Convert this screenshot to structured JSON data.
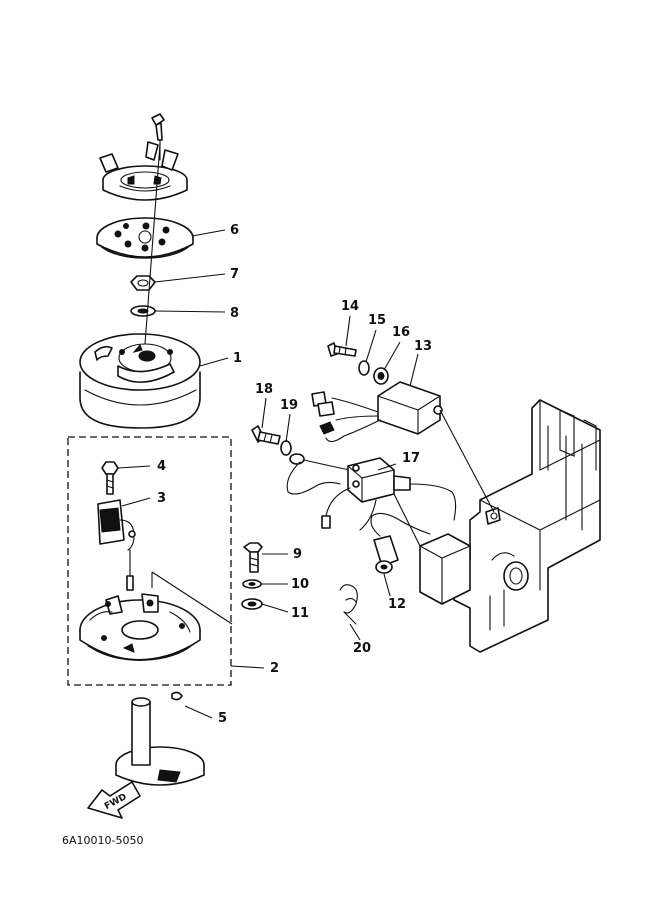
{
  "diagram": {
    "callouts": {
      "p1": "1",
      "p2": "2",
      "p3": "3",
      "p4": "4",
      "p5": "5",
      "p6": "6",
      "p7": "7",
      "p8": "8",
      "p9": "9",
      "p10": "10",
      "p11": "11",
      "p12": "12",
      "p13": "13",
      "p14": "14",
      "p15": "15",
      "p16": "16",
      "p17": "17",
      "p18": "18",
      "p19": "19",
      "p20": "20"
    },
    "fwd_label": "FWD",
    "drawing_number": "6A10010-5050"
  }
}
